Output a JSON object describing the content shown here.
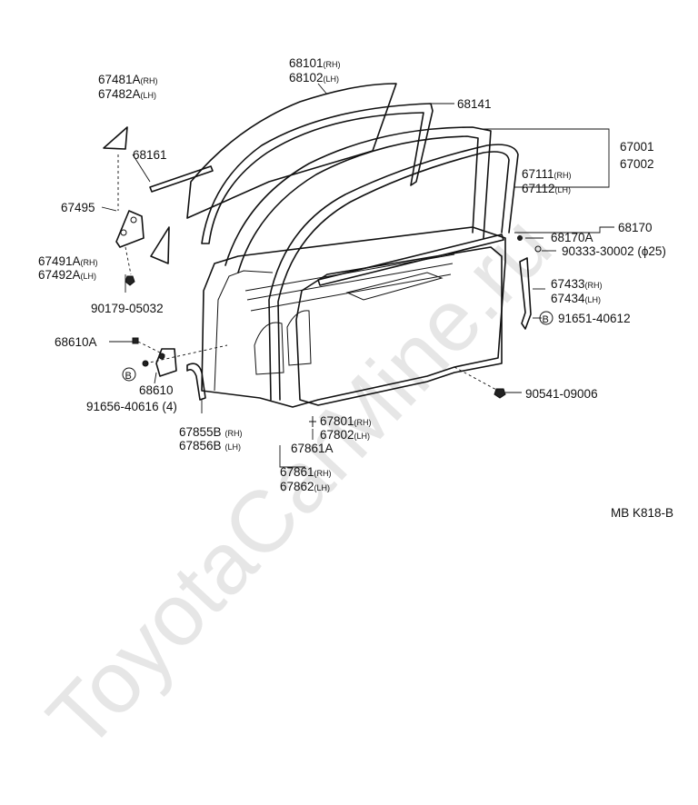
{
  "watermark": "ToyotaCarMine.ru",
  "diagram_code": "MB  K818-B",
  "labels": {
    "p67481": {
      "num": "67481A",
      "side": "(RH)"
    },
    "p67482": {
      "num": "67482A",
      "side": "(LH)"
    },
    "p68161": {
      "num": "68161"
    },
    "p67495": {
      "num": "67495"
    },
    "p67491": {
      "num": "67491A",
      "side": "(RH)"
    },
    "p67492": {
      "num": "67492A",
      "side": "(LH)"
    },
    "p90179": {
      "num": "90179-05032"
    },
    "p68610A": {
      "num": "68610A"
    },
    "p68610": {
      "num": "68610"
    },
    "p91656": {
      "num": "91656-40616 (4)"
    },
    "p67855": {
      "num": "67855B",
      "side": "(RH)"
    },
    "p67856": {
      "num": "67856B",
      "side": "(LH)"
    },
    "p68101": {
      "num": "68101",
      "side": "(RH)"
    },
    "p68102": {
      "num": "68102",
      "side": "(LH)"
    },
    "p68141": {
      "num": "68141"
    },
    "p67001": {
      "num": "67001"
    },
    "p67002": {
      "num": "67002"
    },
    "p67111": {
      "num": "67111",
      "side": "(RH)"
    },
    "p67112": {
      "num": "67112",
      "side": "(LH)"
    },
    "p68170": {
      "num": "68170"
    },
    "p68170A": {
      "num": "68170A"
    },
    "p90333": {
      "num": "90333-30002 (ϕ25)"
    },
    "p67433": {
      "num": "67433",
      "side": "(RH)"
    },
    "p67434": {
      "num": "67434",
      "side": "(LH)"
    },
    "p91651": {
      "num": "91651-40612"
    },
    "p90541": {
      "num": "90541-09006"
    },
    "p67801": {
      "num": "67801",
      "side": "(RH)"
    },
    "p67802": {
      "num": "67802",
      "side": "(LH)"
    },
    "p67861A": {
      "num": "67861A"
    },
    "p67861": {
      "num": "67861",
      "side": "(RH)"
    },
    "p67862": {
      "num": "67862",
      "side": "(LH)"
    }
  },
  "markers": {
    "b_left": "B",
    "b_right": "B"
  }
}
